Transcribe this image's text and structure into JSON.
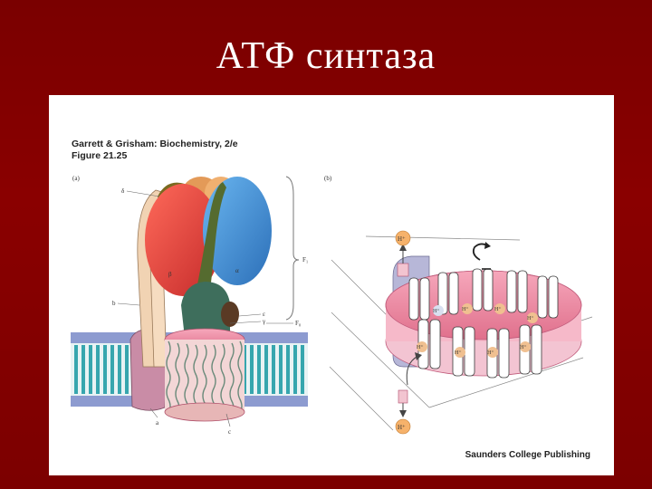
{
  "slide": {
    "title": "АТФ синтаза"
  },
  "figure": {
    "caption_line1": "Garrett & Grisham: Biochemistry, 2/e",
    "caption_line2": "Figure 21.25",
    "panel_a": "(a)",
    "panel_b": "(b)",
    "labels_a": {
      "delta": "δ",
      "beta": "β",
      "alpha": "α",
      "b": "b",
      "epsilon": "ε",
      "gamma": "γ",
      "f1": "F₁",
      "fo": "F₀",
      "a": "a",
      "c": "c"
    },
    "proton_label": "H⁺",
    "publisher": "Saunders College Publishing"
  },
  "colors": {
    "background": "#7a0000",
    "beta_subunit": "#e84848",
    "alpha_subunit": "#3f8fd6",
    "delta_subunit": "#7a6a20",
    "gamma_subunit": "#3e6e5c",
    "b_stalk": "#f1d3b3",
    "a_subunit": "#c98ca6",
    "membrane_heads": "#7f8fc4",
    "membrane_tails": "#3aa8b0",
    "c_ring": "#e58a9e"
  }
}
